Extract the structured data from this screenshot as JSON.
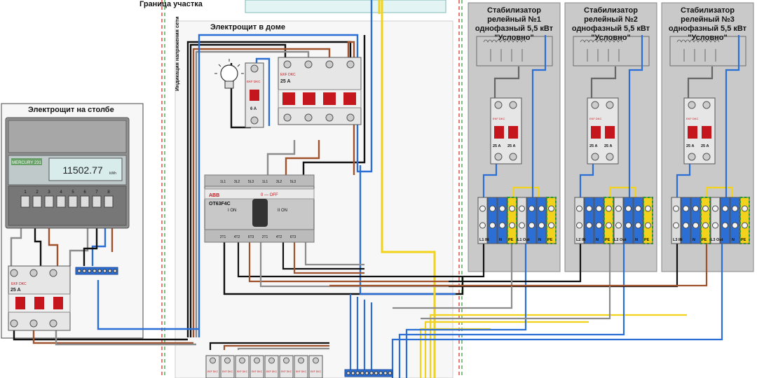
{
  "labels": {
    "boundary": "Граница участка",
    "house_panel": "Электрощит в доме",
    "pole_panel": "Электрощит на столбе",
    "voltage_indicator": "Индикация напряжения сети"
  },
  "meter": {
    "model": "MERCURY 231",
    "reading": "11502.77",
    "unit": "kWh",
    "terminals": [
      "1",
      "2",
      "3",
      "4",
      "5",
      "6",
      "7",
      "8"
    ]
  },
  "breakers": {
    "brand": "EKF DKC",
    "pole_breaker_rating": "25 A",
    "house_main_rating": "25 A",
    "indicator_breaker_rating": "6 A",
    "stabilizer_breaker_rating": "25 A"
  },
  "switch": {
    "brand": "ABB",
    "model": "OT63F4C",
    "pos_off": "0 — OFF",
    "pos_1": "I ON",
    "pos_2": "II ON",
    "top_terminals": [
      "1L1",
      "3L2",
      "5L3",
      "1L1",
      "3L2",
      "5L3"
    ],
    "bottom_terminals": [
      "2T1",
      "4T2",
      "6T3",
      "2T1",
      "4T2",
      "6T3"
    ]
  },
  "stabilizers": [
    {
      "line1": "Стабилизатор",
      "line2": "релейный №1",
      "line3": "однофазный 5,5 кВт",
      "line4": "\"Условно\"",
      "in": "L1 IN",
      "out": "L1 Out",
      "n": "N",
      "pe": "PE"
    },
    {
      "line1": "Стабилизатор",
      "line2": "релейный №2",
      "line3": "однофазный 5,5 кВт",
      "line4": "\"Условно\"",
      "in": "L2 IN",
      "out": "L2 Out",
      "n": "N",
      "pe": "PE"
    },
    {
      "line1": "Стабилизатор",
      "line2": "релейный №3",
      "line3": "однофазный 5,5 кВт",
      "line4": "\"Условно\"",
      "in": "L3 IN",
      "out": "L3 Out",
      "n": "N",
      "pe": "PE"
    }
  ],
  "colors": {
    "phase_black": "#111111",
    "phase_brown": "#a0522d",
    "phase_grey": "#8c8c8c",
    "neutral_blue": "#2b6fd6",
    "pe_yellow": "#f2d21b",
    "boundary_red": "#d32020",
    "boundary_green": "#2a9a2a",
    "panel_grey": "#c9c9c9",
    "breaker_red": "#c4161c"
  }
}
